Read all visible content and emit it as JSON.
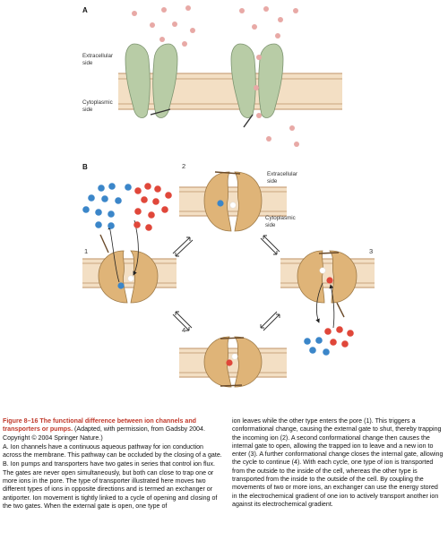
{
  "figure": {
    "panel_a_label": "A",
    "panel_b_label": "B",
    "extracellular_side": "Extracellular side",
    "cytoplasmic_side": "Cytoplasmic side",
    "state_labels": [
      "1",
      "2",
      "3",
      "4"
    ]
  },
  "caption": {
    "title": "Figure 8–16 The functional difference between ion channels and transporters or pumps.",
    "source": "(Adapted, with permission, from Gadsby 2004. Copyright © 2004 Springer Nature.)",
    "para_a": "A. Ion channels have a continuous aqueous pathway for ion conduction across the membrane. This pathway can be occluded by the closing of a gate.",
    "para_b_left": "B. Ion pumps and transporters have two gates in series that control ion flux. The gates are never open simultaneously, but both can close to trap one or more ions in the pore. The type of transporter illustrated here moves two different types of ions in opposite directions and is termed an exchanger or antiporter. Ion movement is tightly linked to a cycle of opening and closing of the two gates. When the external gate is open, one type of",
    "para_b_right": "ion leaves while the other type enters the pore (1). This triggers a conformational change, causing the external gate to shut, thereby trapping the incoming ion (2). A second conformational change then causes the internal gate to open, allowing the trapped ion to leave and a new ion to enter (3). A further conformational change closes the internal gate, allowing the cycle to continue (4). With each cycle, one type of ion is transported from the outside to the inside of the cell, whereas the other type is transported from the inside to the outside of the cell. By coupling the movements of two or more ions, an exchanger can use the energy stored in the electrochemical gradient of one ion to actively transport another ion against its electrochemical gradient."
  },
  "colors": {
    "channel_fill": "#b8cca6",
    "channel_stroke": "#7d9470",
    "transporter_fill": "#dfb478",
    "transporter_stroke": "#9e7a47",
    "membrane_band": "#f3dfc4",
    "membrane_line": "#caa57e",
    "ion_pink": "#e8a9a6",
    "ion_red": "#e0473a",
    "ion_blue": "#3b86c9",
    "caption_title": "#c0392b"
  }
}
